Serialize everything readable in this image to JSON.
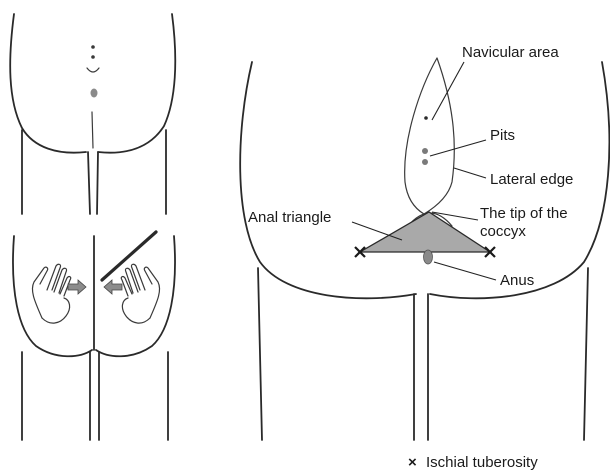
{
  "labels": {
    "navicular_area": "Navicular area",
    "pits": "Pits",
    "lateral_edge": "Lateral edge",
    "anal_triangle": "Anal triangle",
    "tip_of_coccyx_line1": "The tip of the",
    "tip_of_coccyx_line2": "coccyx",
    "anus": "Anus"
  },
  "legend": {
    "symbol": "×",
    "text": "Ischial tuberosity"
  },
  "colors": {
    "triangle_fill": "#a9a9a9",
    "outline": "#2a2a2a",
    "arrow_fill": "#8c8c8c",
    "dot_fill": "#7a7a7a"
  },
  "icons": {
    "arrow_left": "arrow-left-icon",
    "arrow_right": "arrow-right-icon",
    "marker": "x-marker-icon"
  }
}
